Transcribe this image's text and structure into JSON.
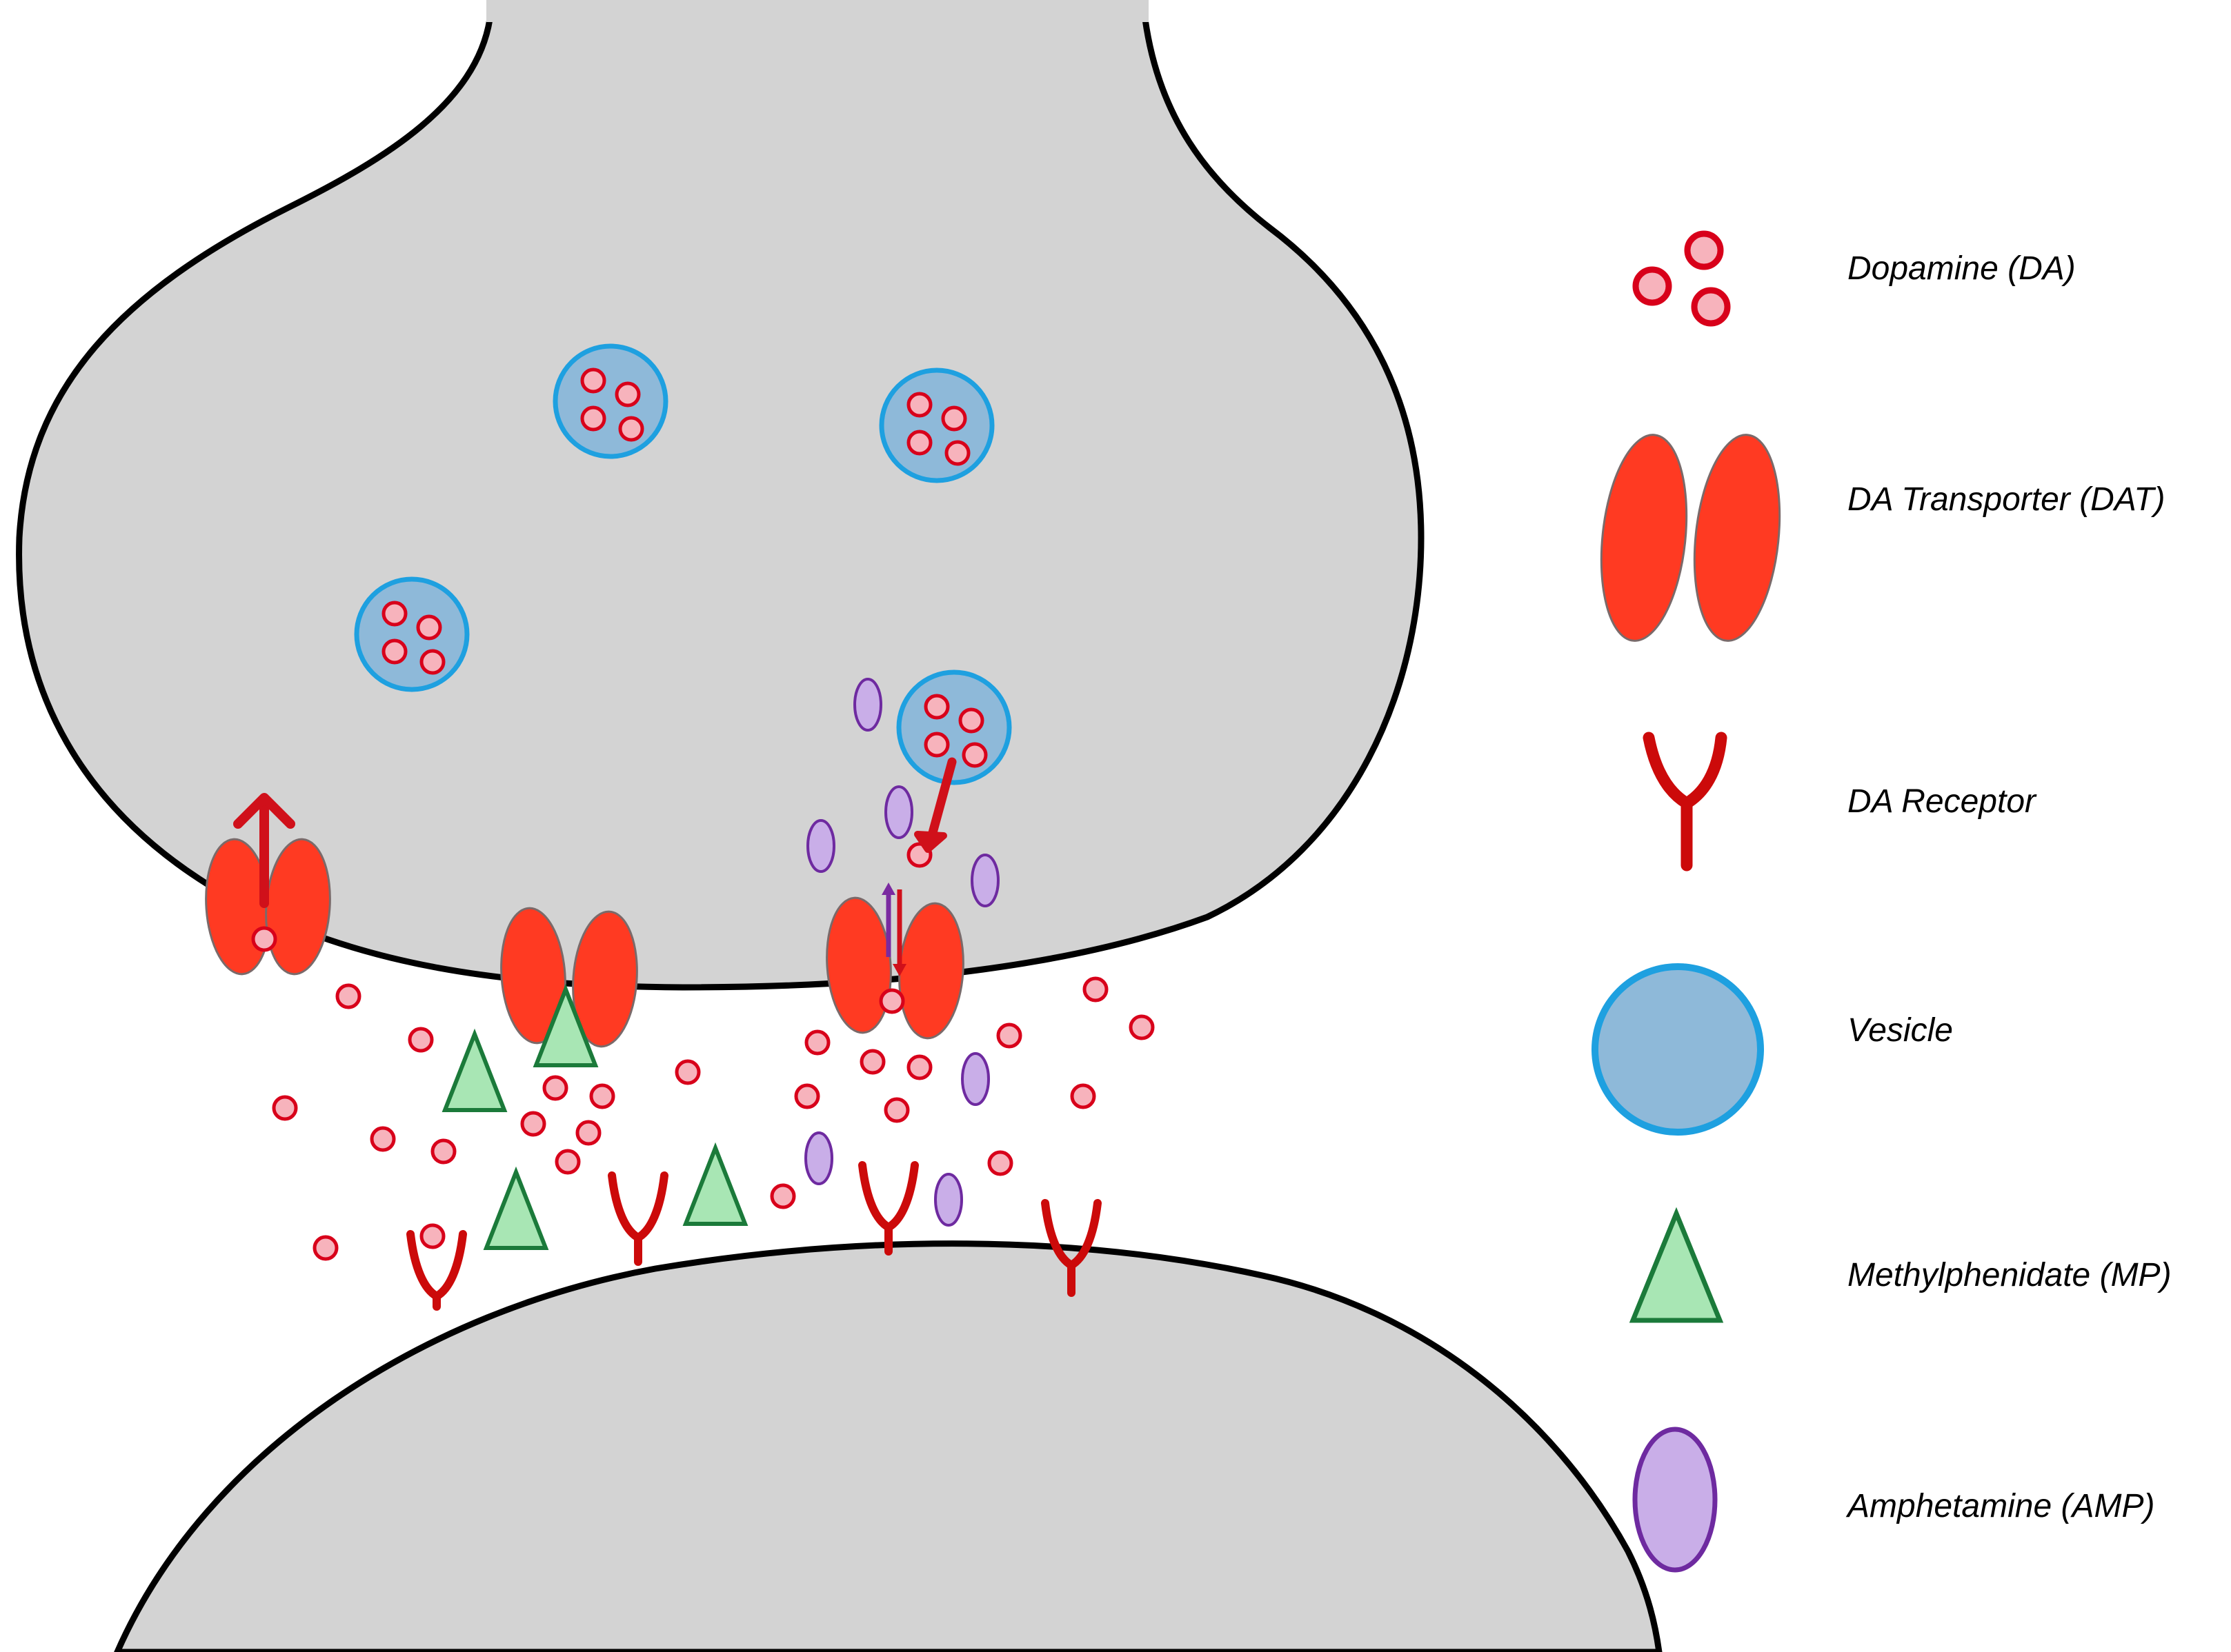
{
  "legend": {
    "items": [
      {
        "key": "dopamine",
        "label": "Dopamine (DA)"
      },
      {
        "key": "transporter",
        "label": "DA Transporter (DAT)"
      },
      {
        "key": "receptor",
        "label": "DA Receptor"
      },
      {
        "key": "vesicle",
        "label": "Vesicle"
      },
      {
        "key": "methylphenidate",
        "label": "Methylphenidate (MP)"
      },
      {
        "key": "amphetamine",
        "label": "Amphetamine (AMP)"
      }
    ]
  },
  "colors": {
    "neuron_fill": "#d3d3d3",
    "neuron_stroke": "#000000",
    "dopamine_fill": "#f7b3bc",
    "dopamine_stroke": "#d8001a",
    "transporter_fill": "#ff3a22",
    "transporter_stroke": "#7a6a6a",
    "receptor": "#cc0a0a",
    "vesicle_fill": "#8eb9d9",
    "vesicle_stroke": "#1ea0e0",
    "mp_fill": "#a8e6b4",
    "mp_stroke": "#1b7a3a",
    "amp_fill": "#c9aee8",
    "amp_stroke": "#6e2aa0",
    "arrow_red": "#d0101a",
    "arrow_purple": "#7a2aa0"
  }
}
